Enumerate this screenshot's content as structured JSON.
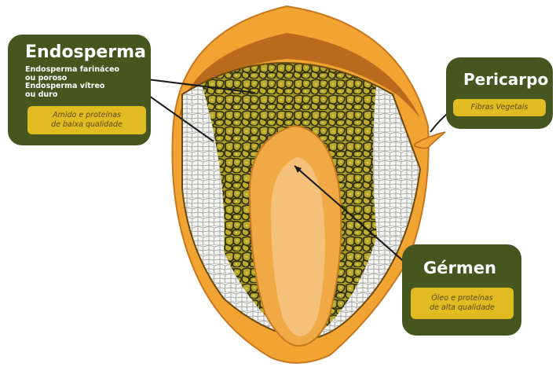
{
  "colors": {
    "box_bg": "#45571f",
    "pill_bg": "#e0bb21",
    "pericarp_outer": "#f1a431",
    "pericarp_band": "#b96a1c",
    "endosperm_fill": "#a89a22",
    "endosperm_cells": "#2c2b08",
    "germ": "#f4bf75"
  },
  "endosperma": {
    "title": "Endosperma",
    "line1": "Endosperma farináceo",
    "line2": "ou poroso",
    "line3": "Endosperma vítreo",
    "line4": "ou duro",
    "pill_line1": "Amido e proteínas",
    "pill_line2": "de baixa qualidade"
  },
  "pericarpo": {
    "title": "Pericarpo",
    "pill": "Fibras Vegetais"
  },
  "germen": {
    "title": "Gérmen",
    "pill_line1": "Óleo e proteínas",
    "pill_line2": "de alta qualidade"
  }
}
